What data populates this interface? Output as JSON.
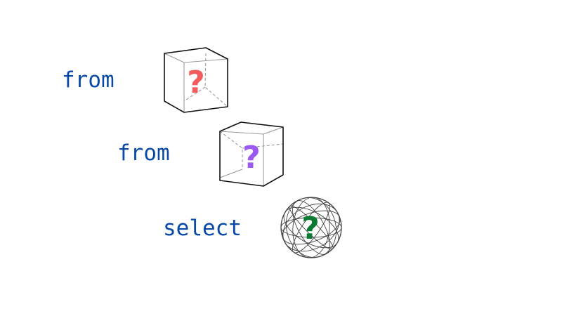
{
  "rows": [
    {
      "keyword": "from",
      "shape": "cube-icon",
      "symbol": "?",
      "symbol_color": "#f25c5c"
    },
    {
      "keyword": "from",
      "shape": "cube-icon",
      "symbol": "?",
      "symbol_color": "#9b59f0"
    },
    {
      "keyword": "select",
      "shape": "sphere-icon",
      "symbol": "?",
      "symbol_color": "#0b7a32"
    }
  ],
  "keyword_color": "#0a4aa6"
}
